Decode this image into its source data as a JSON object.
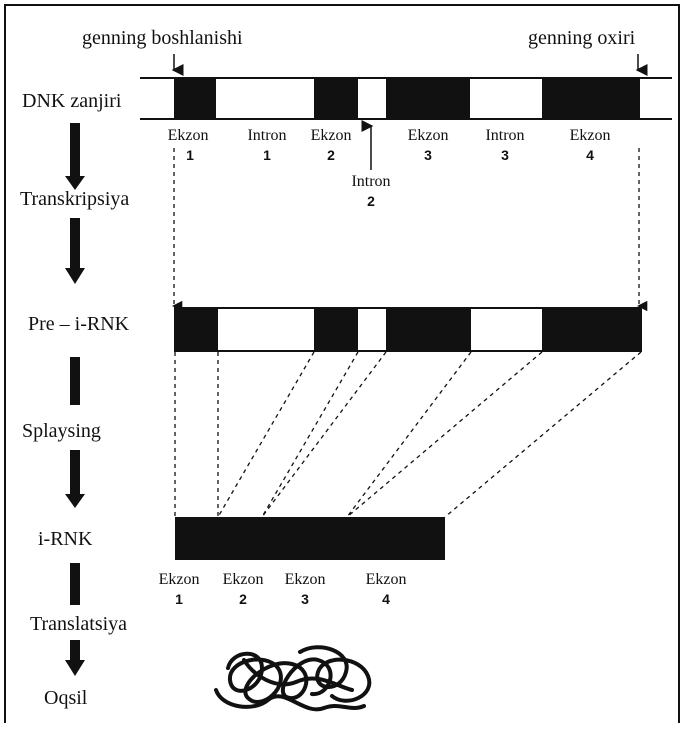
{
  "top_labels": {
    "gene_start": "genning boshlanishi",
    "gene_end": "genning oxiri"
  },
  "stages": {
    "dna": "DNK zanjiri",
    "transcription": "Transkripsiya",
    "pre_mrna": "Pre – i-RNK",
    "splicing": "Splaysing",
    "mrna": "i-RNK",
    "translation": "Translatsiya",
    "protein": "Oqsil"
  },
  "dna_segments": [
    {
      "name": "Ekzon",
      "num": "1"
    },
    {
      "name": "Intron",
      "num": "1"
    },
    {
      "name": "Ekzon",
      "num": "2"
    },
    {
      "name": "Intron",
      "num": "2"
    },
    {
      "name": "Ekzon",
      "num": "3"
    },
    {
      "name": "Intron",
      "num": "3"
    },
    {
      "name": "Ekzon",
      "num": "4"
    }
  ],
  "mrna_segments": [
    {
      "name": "Ekzon",
      "num": "1"
    },
    {
      "name": "Ekzon",
      "num": "2"
    },
    {
      "name": "Ekzon",
      "num": "3"
    },
    {
      "name": "Ekzon",
      "num": "4"
    }
  ],
  "colors": {
    "exon": "#111111",
    "intron": "#ffffff",
    "line": "#111111"
  }
}
